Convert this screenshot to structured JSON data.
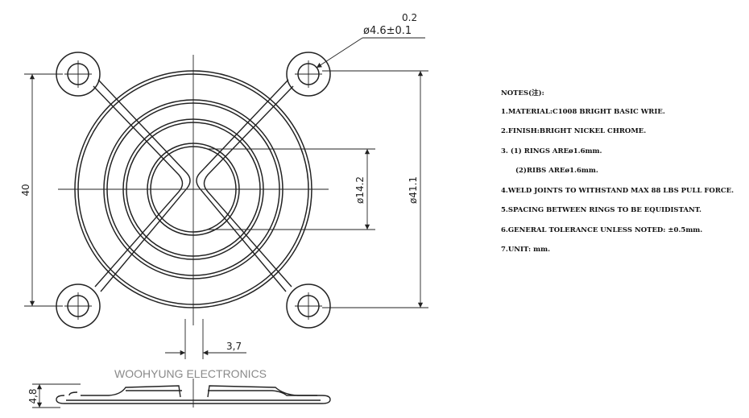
{
  "dimensions": {
    "hole_tol": "0.2",
    "hole_dia": "ø4.6±0.1",
    "height": "40",
    "inner_ring": "ø14.2",
    "outer_dia": "ø41.1",
    "rib_offset": "3,7",
    "thickness": "4,8"
  },
  "brand": "WOOHYUNG ELECTRONICS",
  "notes": {
    "title": "NOTES(注):",
    "items": [
      "1.MATERIAL:C1008 BRIGHT BASIC WRIE.",
      "2.FINISH:BRIGHT NICKEL CHROME.",
      "3. (1) RINGS AREø1.6mm.",
      "(2)RIBS AREø1.6mm.",
      "4.WELD JOINTS TO WITHSTAND MAX 88 LBS PULL FORCE.",
      "5.SPACING BETWEEN RINGS TO BE EQUIDISTANT.",
      "6.GENERAL TOLERANCE UNLESS NOTED: ±0.5mm.",
      "7.UNIT: mm."
    ]
  }
}
